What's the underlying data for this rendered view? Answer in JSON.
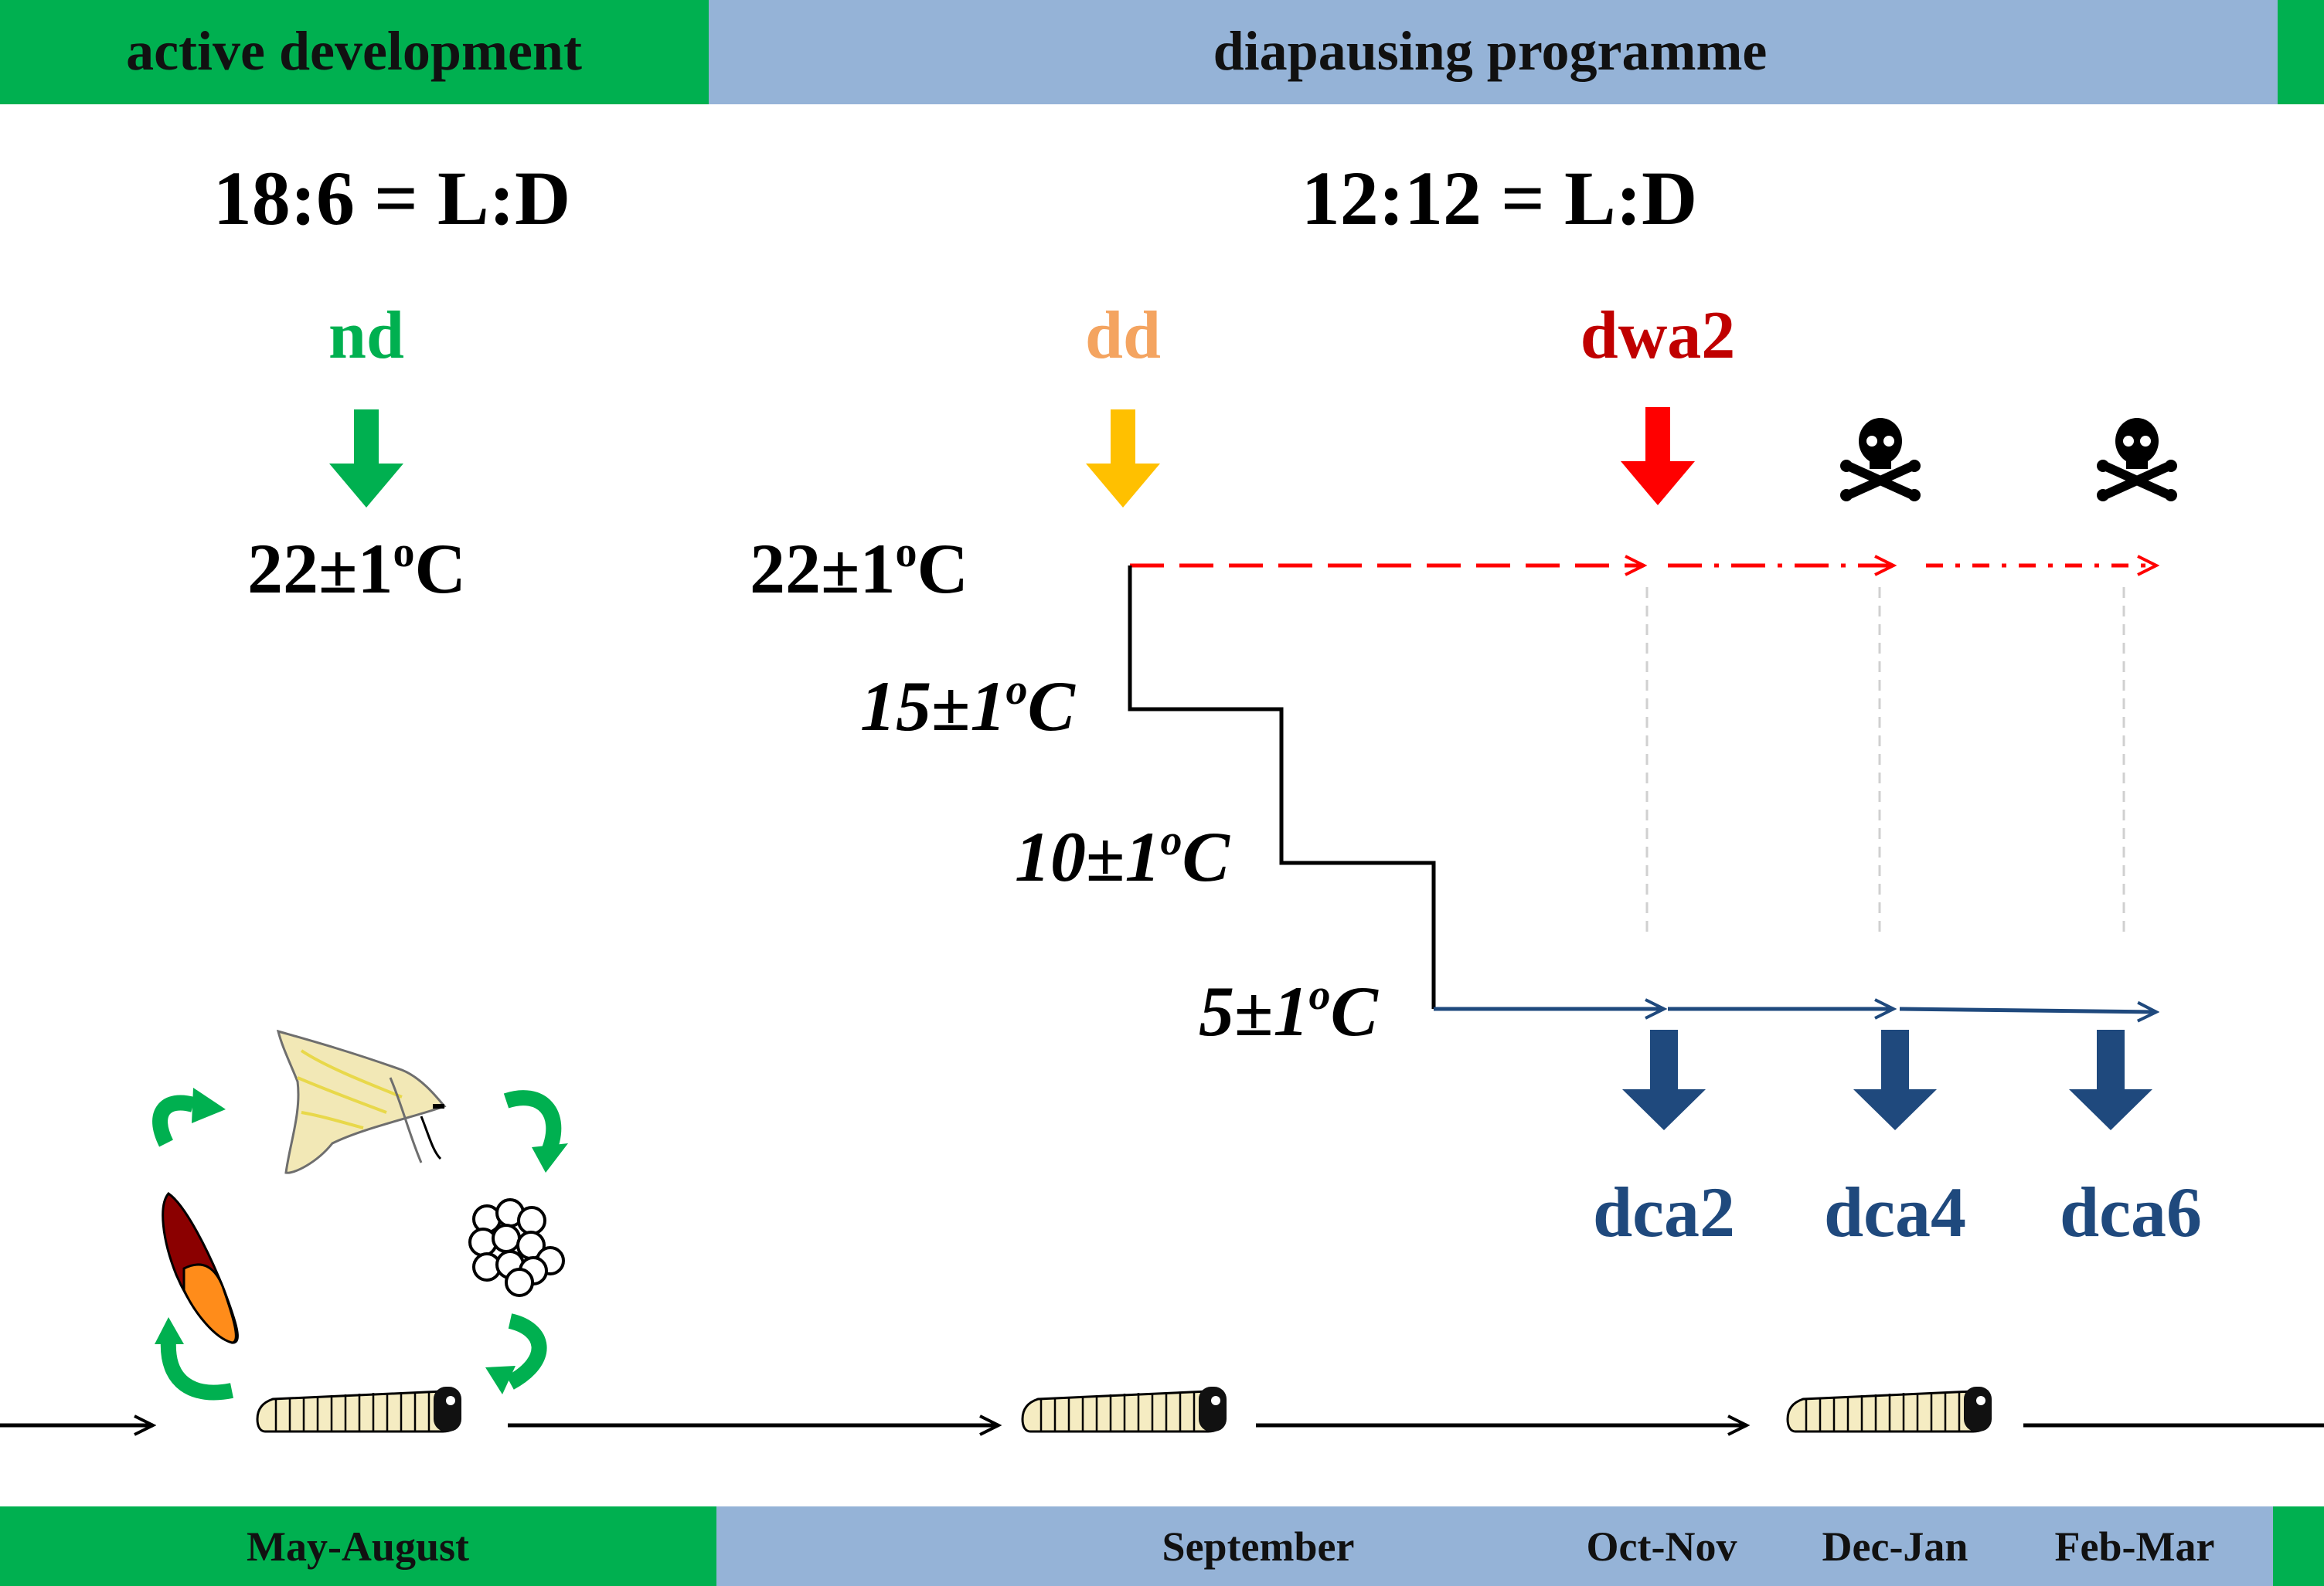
{
  "header": {
    "left_label": "active development",
    "right_label": "diapausing programme"
  },
  "photoperiods": {
    "left": "18:6 = L:D",
    "right": "12:12 = L:D"
  },
  "groups": {
    "nd": "nd",
    "dd": "dd",
    "dwa2": "dwa2",
    "dca2": "dca2",
    "dca4": "dca4",
    "dca6": "dca6"
  },
  "temperatures": {
    "t22_left": "22±1",
    "t22_right": "22±1",
    "t15": "15±1",
    "t10": "10±1",
    "t5": "5±1",
    "degree_mark": "o",
    "unit": "C"
  },
  "footer": {
    "months": [
      "May-August",
      "September",
      "Oct-Nov",
      "Dec-Jan",
      "Feb-Mar"
    ]
  },
  "colors": {
    "green": "#00b050",
    "blue_band": "#95b3d7",
    "orange_label": "#f4a460",
    "yellow_arrow": "#ffc000",
    "red": "#ff0000",
    "dark_red": "#c00000",
    "navy": "#1f497d"
  },
  "icons": [
    "skull-crossbones-icon",
    "moth-icon",
    "egg-cluster-icon",
    "pupa-icon",
    "larva-icon",
    "cycle-arrow-icon"
  ]
}
